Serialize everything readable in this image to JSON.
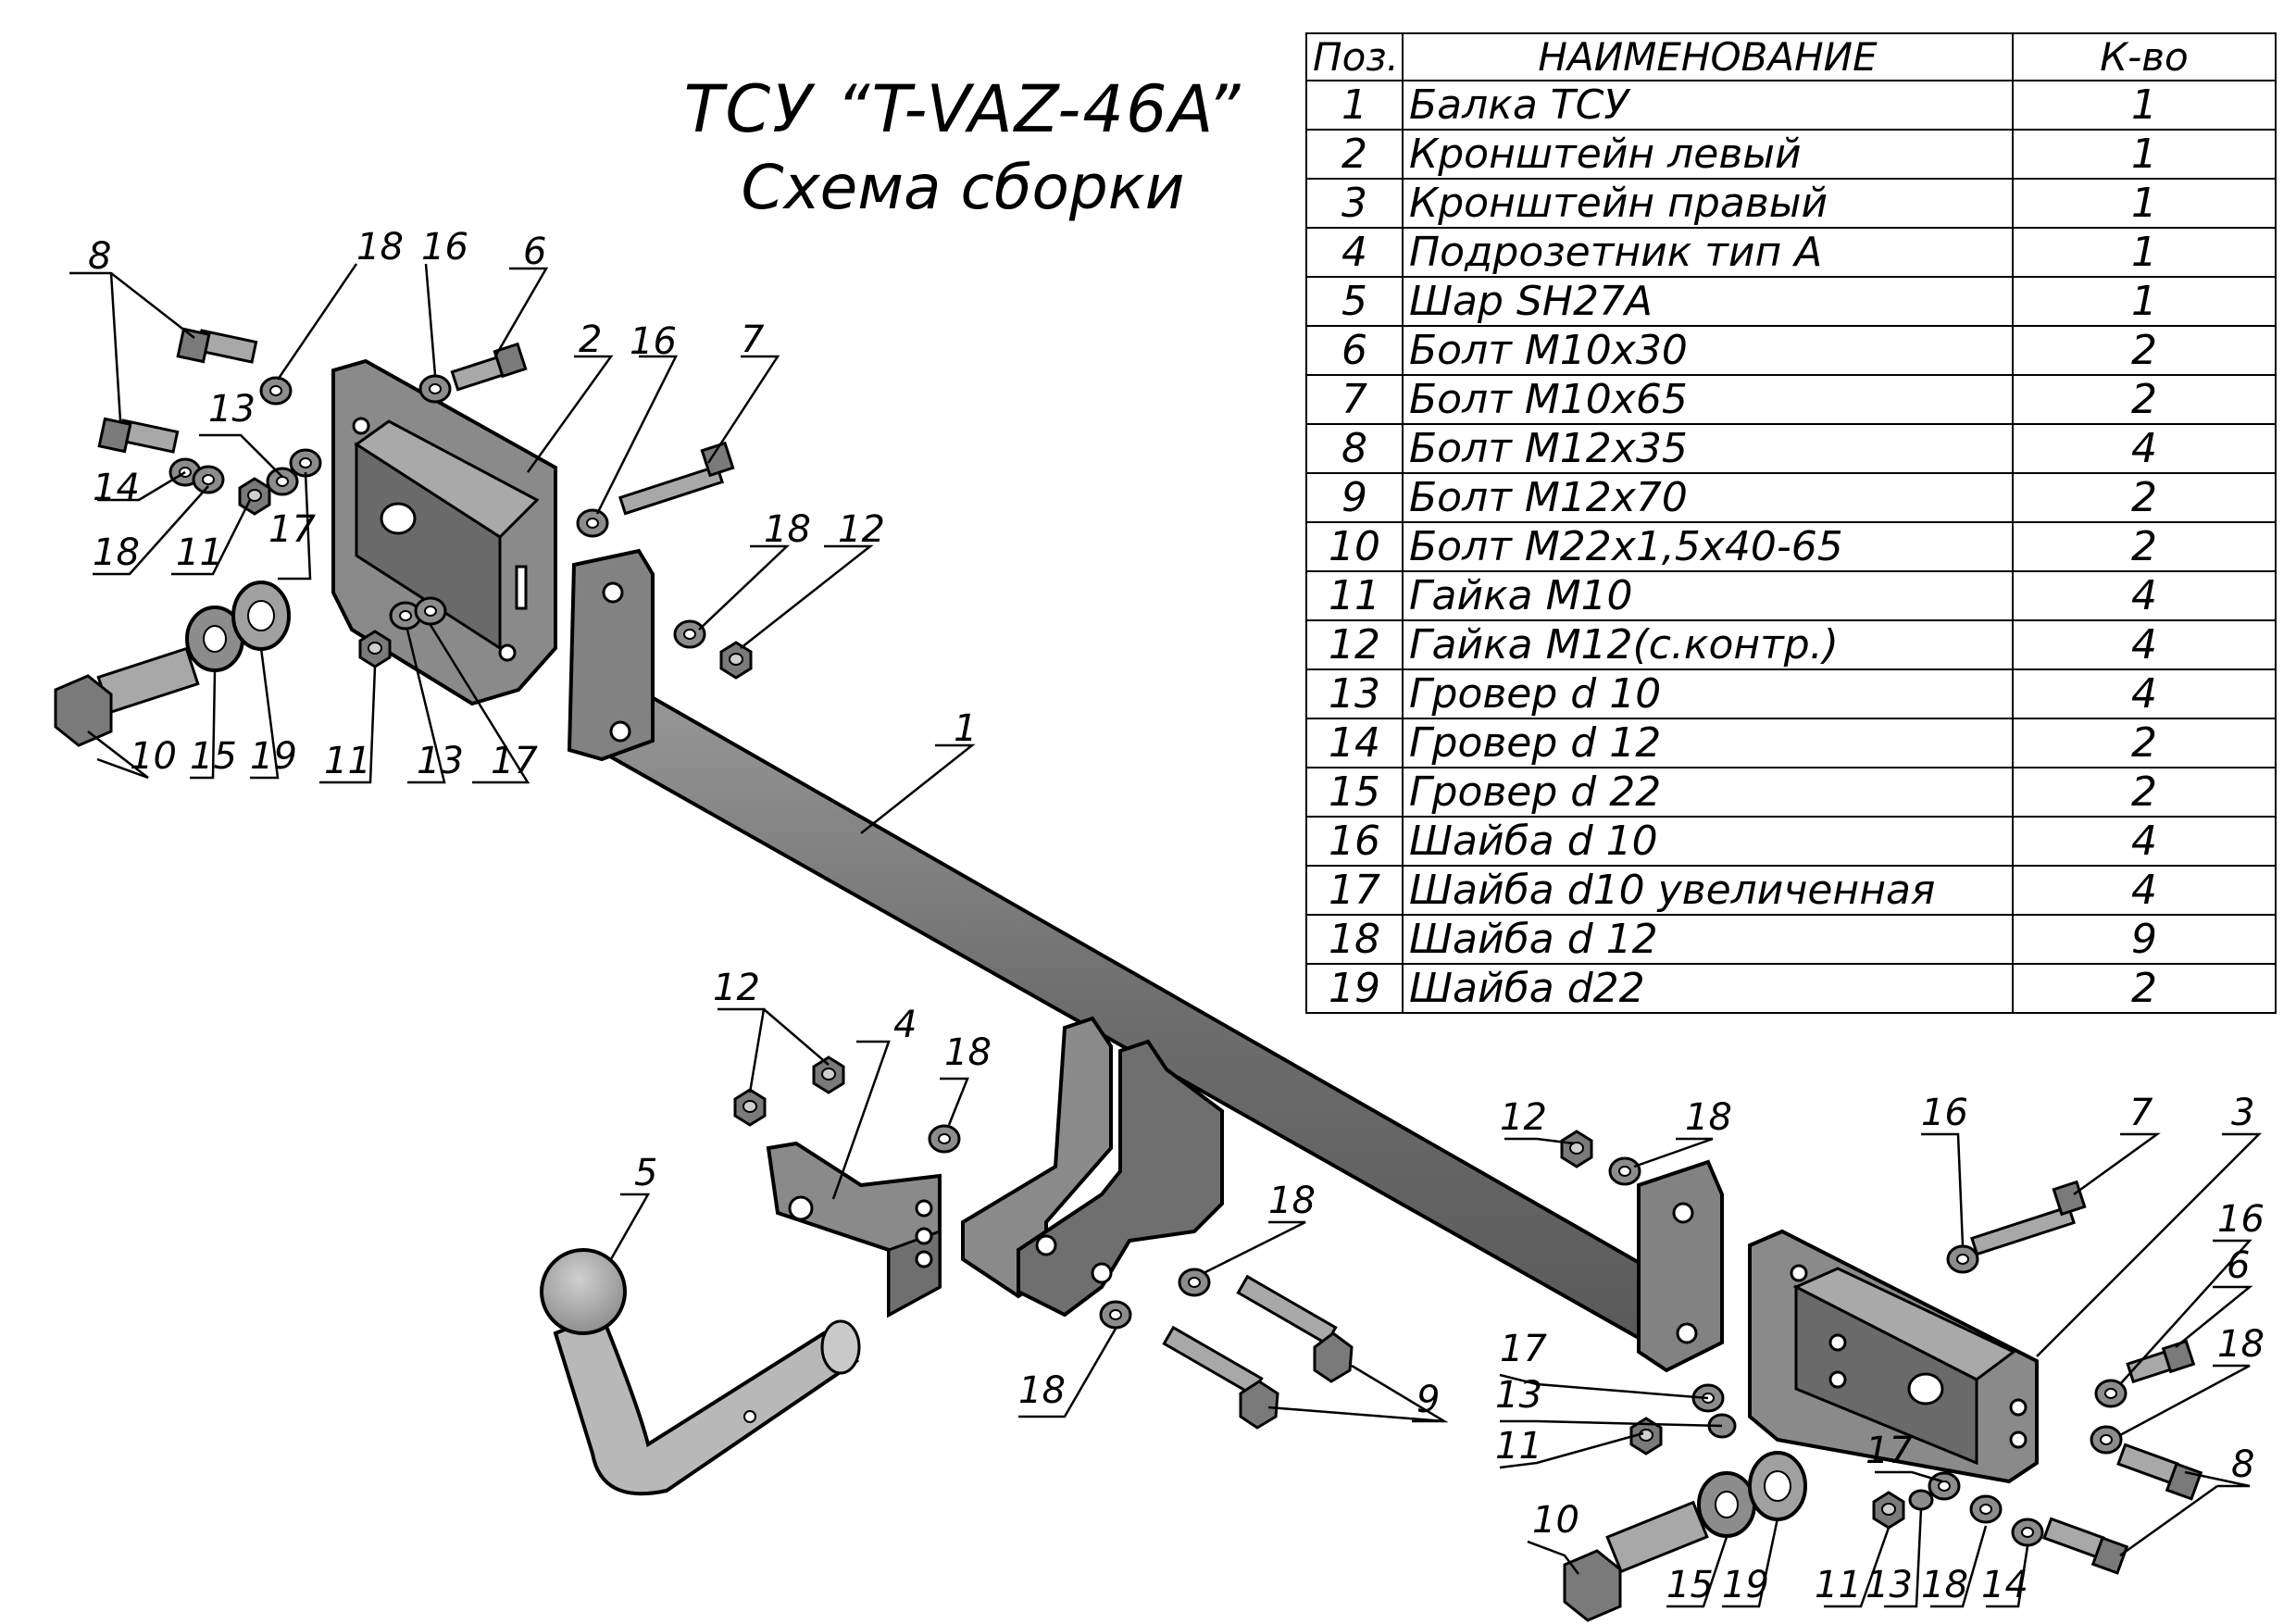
{
  "title": {
    "line1": "ТСУ “T-VAZ-46A”",
    "line2": "Схема сборки"
  },
  "table": {
    "headers": {
      "pos": "Поз.",
      "name": "НАИМЕНОВАНИЕ",
      "qty": "К-во"
    },
    "rows": [
      {
        "pos": "1",
        "name": "Балка ТСУ",
        "qty": "1"
      },
      {
        "pos": "2",
        "name": "Кронштейн левый",
        "qty": "1"
      },
      {
        "pos": "3",
        "name": "Кронштейн правый",
        "qty": "1"
      },
      {
        "pos": "4",
        "name": "Подрозетник тип А",
        "qty": "1"
      },
      {
        "pos": "5",
        "name": "Шар SH27A",
        "qty": "1"
      },
      {
        "pos": "6",
        "name": "Болт М10х30",
        "qty": "2"
      },
      {
        "pos": "7",
        "name": "Болт М10х65",
        "qty": "2"
      },
      {
        "pos": "8",
        "name": "Болт М12х35",
        "qty": "4"
      },
      {
        "pos": "9",
        "name": "Болт М12х70",
        "qty": "2"
      },
      {
        "pos": "10",
        "name": "Болт М22х1,5х40-65",
        "qty": "2"
      },
      {
        "pos": "11",
        "name": "Гайка М10",
        "qty": "4"
      },
      {
        "pos": "12",
        "name": "Гайка М12(с.контр.)",
        "qty": "4"
      },
      {
        "pos": "13",
        "name": "Гровер d 10",
        "qty": "4"
      },
      {
        "pos": "14",
        "name": "Гровер d 12",
        "qty": "2"
      },
      {
        "pos": "15",
        "name": "Гровер d 22",
        "qty": "2"
      },
      {
        "pos": "16",
        "name": "Шайба d 10",
        "qty": "4"
      },
      {
        "pos": "17",
        "name": "Шайба d10 увеличенная",
        "qty": "4"
      },
      {
        "pos": "18",
        "name": "Шайба d 12",
        "qty": "9"
      },
      {
        "pos": "19",
        "name": "Шайба d22",
        "qty": "2"
      }
    ]
  },
  "callouts": {
    "p1": "1",
    "p2": "2",
    "p3": "3",
    "p4": "4",
    "p5": "5",
    "p6": "6",
    "p7": "7",
    "p8": "8",
    "p9": "9",
    "p10": "10",
    "p11": "11",
    "p12": "12",
    "p13": "13",
    "p14": "14",
    "p15": "15",
    "p16": "16",
    "p17": "17",
    "p18": "18",
    "p19": "19"
  },
  "colors": {
    "part_fill": "#7a7a7a",
    "part_light": "#a8a8a8",
    "part_dark": "#4f4f4f",
    "line": "#000000"
  }
}
